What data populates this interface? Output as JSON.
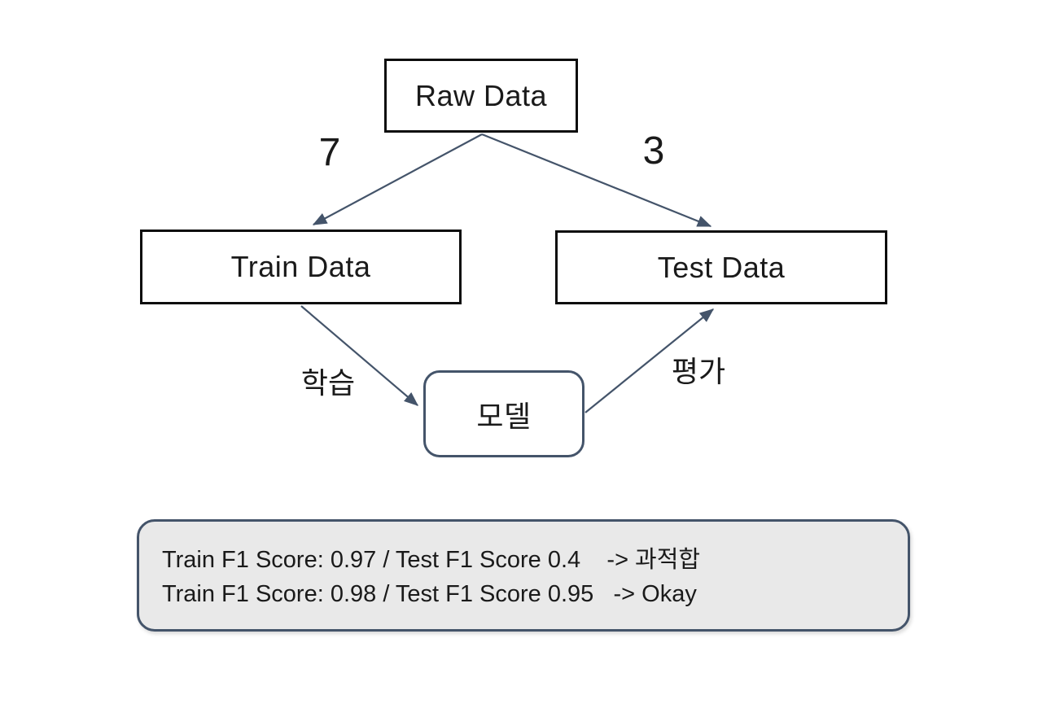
{
  "diagram": {
    "title": "train-test-split-flow",
    "nodes": {
      "raw_data": {
        "label": "Raw Data"
      },
      "train_data": {
        "label": "Train Data"
      },
      "test_data": {
        "label": "Test Data"
      },
      "model": {
        "label": "모델"
      }
    },
    "edge_labels": {
      "train_ratio": "7",
      "test_ratio": "3",
      "train_edge": "학습",
      "eval_edge": "평가"
    },
    "result_box": {
      "lines": [
        "Train F1 Score: 0.97 / Test F1 Score 0.4    -> 과적합",
        "Train F1 Score: 0.98 / Test F1 Score 0.95   -> Okay"
      ]
    },
    "colors": {
      "arrow": "#44546A",
      "box_border": "#0d0d0d",
      "model_border": "#44546A",
      "result_fill": "#e9e9e9",
      "result_border": "#44546A",
      "text": "#1a1a1a"
    }
  }
}
